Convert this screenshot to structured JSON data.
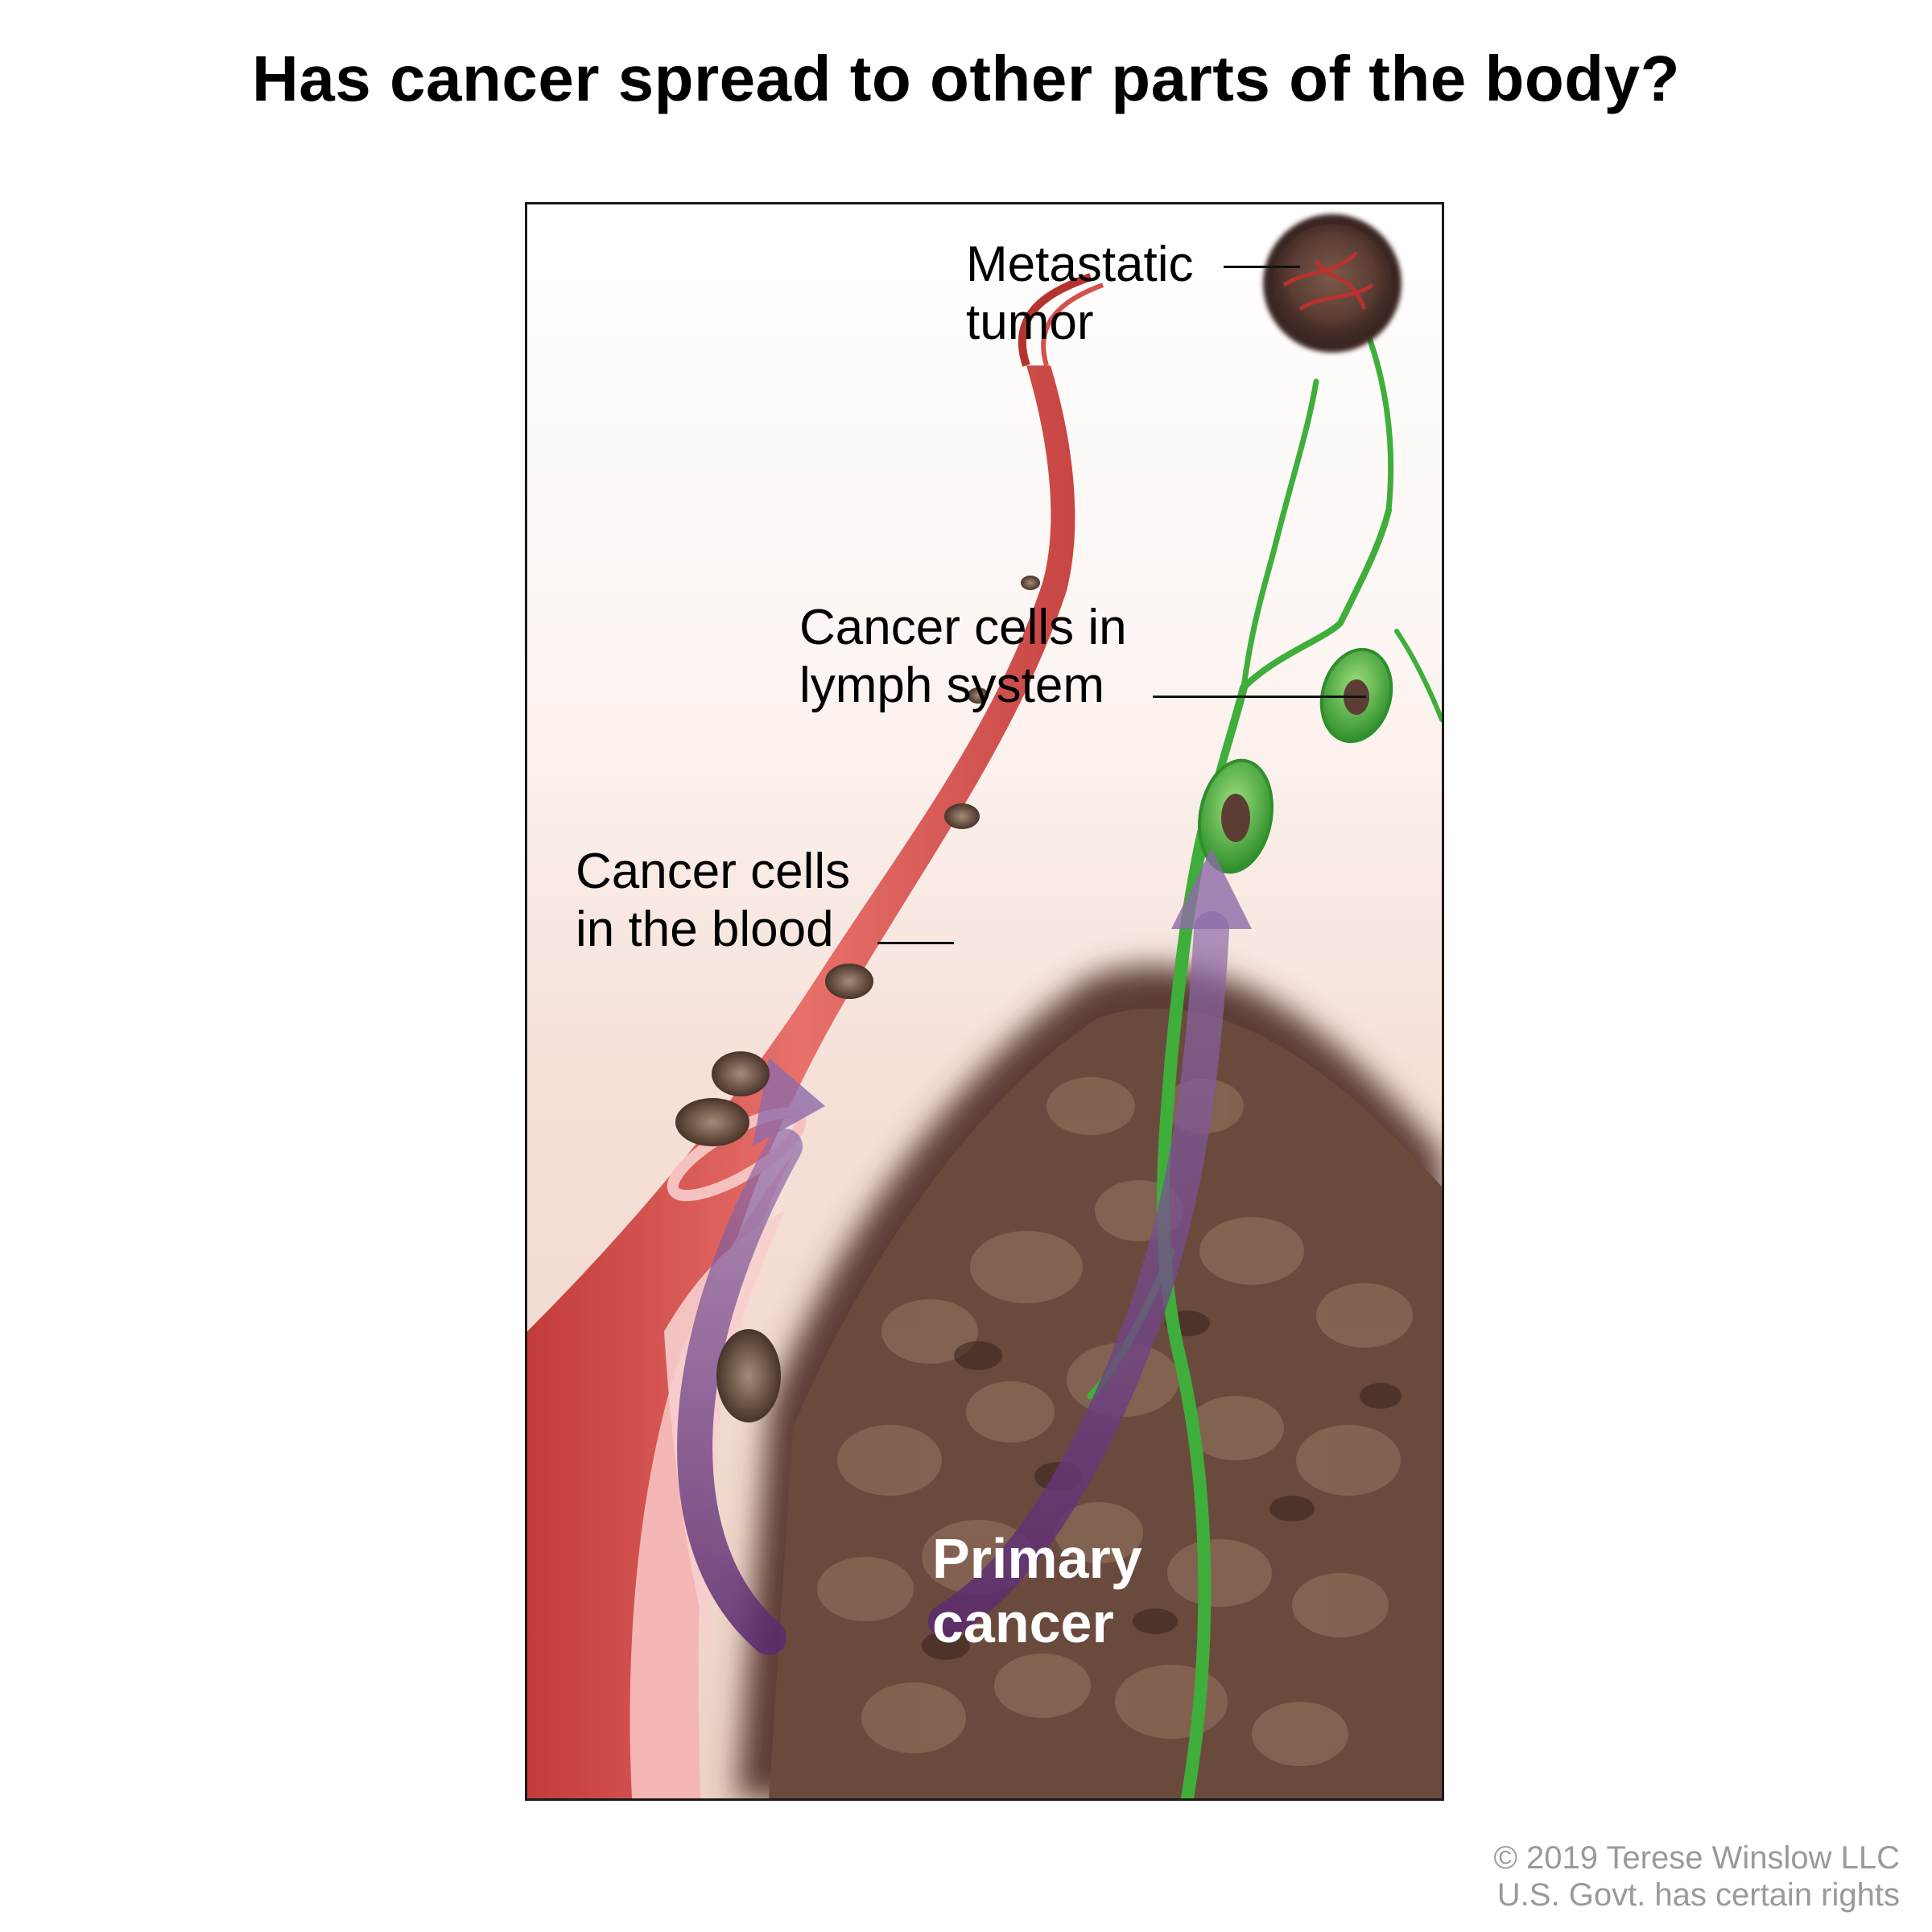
{
  "title": "Has cancer spread to other parts of the body?",
  "labels": {
    "metastatic_line1": "Metastatic",
    "metastatic_line2": "tumor",
    "lymph_line1": "Cancer cells in",
    "lymph_line2": "lymph system",
    "blood_line1": "Cancer cells",
    "blood_line2": "in the blood",
    "primary_line1": "Primary",
    "primary_line2": "cancer"
  },
  "copyright": {
    "line1": "© 2019 Terese Winslow LLC",
    "line2": "U.S. Govt. has certain rights"
  },
  "colors": {
    "blood_vessel": "#d9534f",
    "lymph_vessel": "#3fae3a",
    "arrow": "#6a3b7f",
    "tumor": "#5a3c33"
  }
}
